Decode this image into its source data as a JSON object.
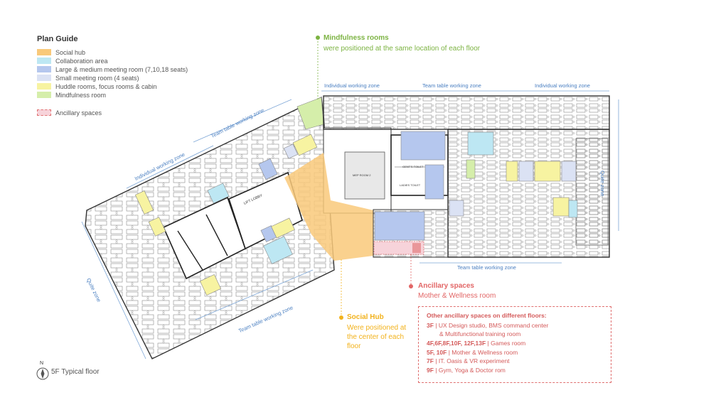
{
  "legend": {
    "title": "Plan Guide",
    "items": [
      {
        "label": "Social hub",
        "color": "#f9c97a"
      },
      {
        "label": "Collaboration area",
        "color": "#bde7f3"
      },
      {
        "label": "Large & medium meeting room (7,10,18 seats)",
        "color": "#b5c7ee"
      },
      {
        "label": "Small meeting room (4 seats)",
        "color": "#dbe2f4"
      },
      {
        "label": "Huddle rooms, focus rooms & cabin",
        "color": "#f7f3a1"
      },
      {
        "label": "Mindfulness room",
        "color": "#d5eeaa"
      }
    ],
    "ancillary": {
      "label": "Ancillary spaces",
      "color": "#f7d3da"
    }
  },
  "callouts": {
    "mindfulness": {
      "title": "Mindfulness rooms",
      "body": "were positioned at the same location of each floor",
      "color": "#7cb342"
    },
    "ancillary": {
      "title": "Ancillary spaces",
      "body": "Mother & Wellness room",
      "color": "#e26565"
    },
    "social_hub": {
      "title": "Social Hub",
      "body1": "Were positioned at",
      "body2": "the center of each",
      "body3": "floor",
      "color": "#f2b21c"
    }
  },
  "zones": {
    "top_left_individual": "Individual working zone",
    "top_team": "Team table working zone",
    "top_right_individual": "Individual working zone",
    "right_quite": "Quite zone",
    "bottom_team_right": "Team table working zone",
    "left_team": "Team table working zone",
    "left_individual": "Individual working zone",
    "left_quite": "Quite zone",
    "bottom_team_left": "Team table working zone"
  },
  "rooms": {
    "lift_lobby": "LIFT LOBBY",
    "gents_toilet": "GENT'S TOILET",
    "ladies_toilet": "LADIES TOILET",
    "mep_room": "MEP ROOM 2"
  },
  "other_spaces": {
    "title": "Other ancillary  spaces on different floors:",
    "lines": [
      {
        "floor": "3F",
        "desc": "| UX Design studio, BMS command center"
      },
      {
        "floor": "",
        "desc": "& Multifunctional training room"
      },
      {
        "floor": "4F,6F,8F,10F,  12F,13F",
        "desc": "| Games room"
      },
      {
        "floor": "5F, 10F",
        "desc": "| Mother  & Wellness room"
      },
      {
        "floor": "7F",
        "desc": "| IT. Oasis & VR experiment"
      },
      {
        "floor": "9F",
        "desc": "| Gym, Yoga & Doctor rom"
      }
    ]
  },
  "floor_label": "5F Typical floor",
  "compass_label": "N"
}
